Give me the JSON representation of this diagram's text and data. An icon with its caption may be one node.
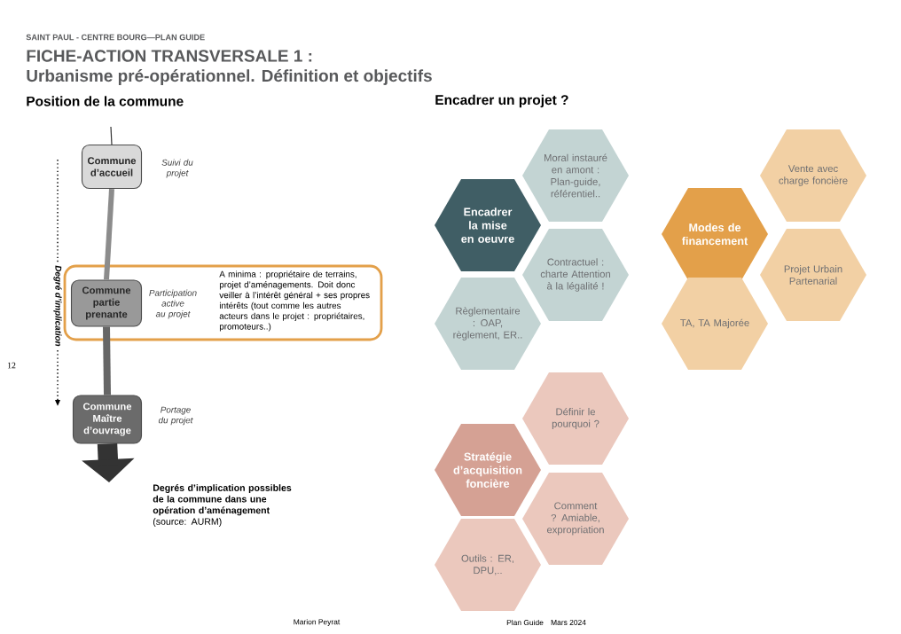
{
  "diagram": {
    "title": "FICHE-ACTION TRANSVERSALE 1 :",
    "nodes": [
      {
        "text": [
          "Commune d’accueil"
        ],
        "beside": [
          "Suivi du projet"
        ]
      },
      {
        "text": [
          "A minima : propriétaire de terrains, projet d’aménagements. Doit donc veiller à l’intérêt général + ses propres intérêts (tout comme les autres acteurs dans le projet : propriétaires, promoteurs..)"
        ]
      },
      {
        "text": [
          "Commune partie prenante"
        ],
        "beside": [
          "Participation active au projet"
        ],
        "in": 1
      },
      {
        "text": [
          "Commune Maître d’ouvrage"
        ],
        "beside": [
          "Portage du projet"
        ]
      },
      {
        "text": [
          "Encadrer la mise en oeuvre"
        ]
      },
      {
        "text": [
          "Moral instauré en amont : Plan-guide, référentiel.."
        ]
      },
      {
        "text": [
          "Contractuel : charte Attention à la légalité !"
        ]
      },
      {
        "text": [
          "Règlementaire : OAP, règlement, ER.."
        ]
      },
      {
        "text": [
          "Modes de financement"
        ]
      },
      {
        "text": [
          "Vente avec charge foncière"
        ]
      },
      {
        "text": [
          "Projet Urbain Partenarial"
        ]
      },
      {
        "text": [
          "TA, TA Majorée"
        ]
      },
      {
        "text": [
          "Stratégie d’acquisition foncière"
        ]
      },
      {
        "text": [
          "Définir le pourquoi ?"
        ]
      },
      {
        "text": [
          "Comment ? Amiable, expropriation"
        ]
      },
      {
        "text": [
          "Outils : ER, DPU,.."
        ]
      }
    ],
    "edges": [
      {
        "from": null,
        "to": 0,
        "arrow": "none"
      },
      {
        "from": 0,
        "to": 2,
        "arrow": "none"
      },
      {
        "from": 2,
        "to": 3,
        "arrow": "none"
      },
      {
        "from": 3,
        "to": null,
        "arrow": "to",
        "style": "thick"
      }
    ],
    "labels": [
      "SAINT PAUL - CENTRE BOURG—PLAN GUIDE",
      "Urbanisme pré-opérationnel. Définition et objectifs",
      "Position de la commune",
      "Encadrer un projet ?",
      "Degré d’implication",
      "12",
      "**Degrés d’implication possibles de la commune dans une opération d’aménagement** (source: AURM)",
      "Marion Peyrat",
      "Plan Guide",
      "Mars 2024"
    ]
  }
}
